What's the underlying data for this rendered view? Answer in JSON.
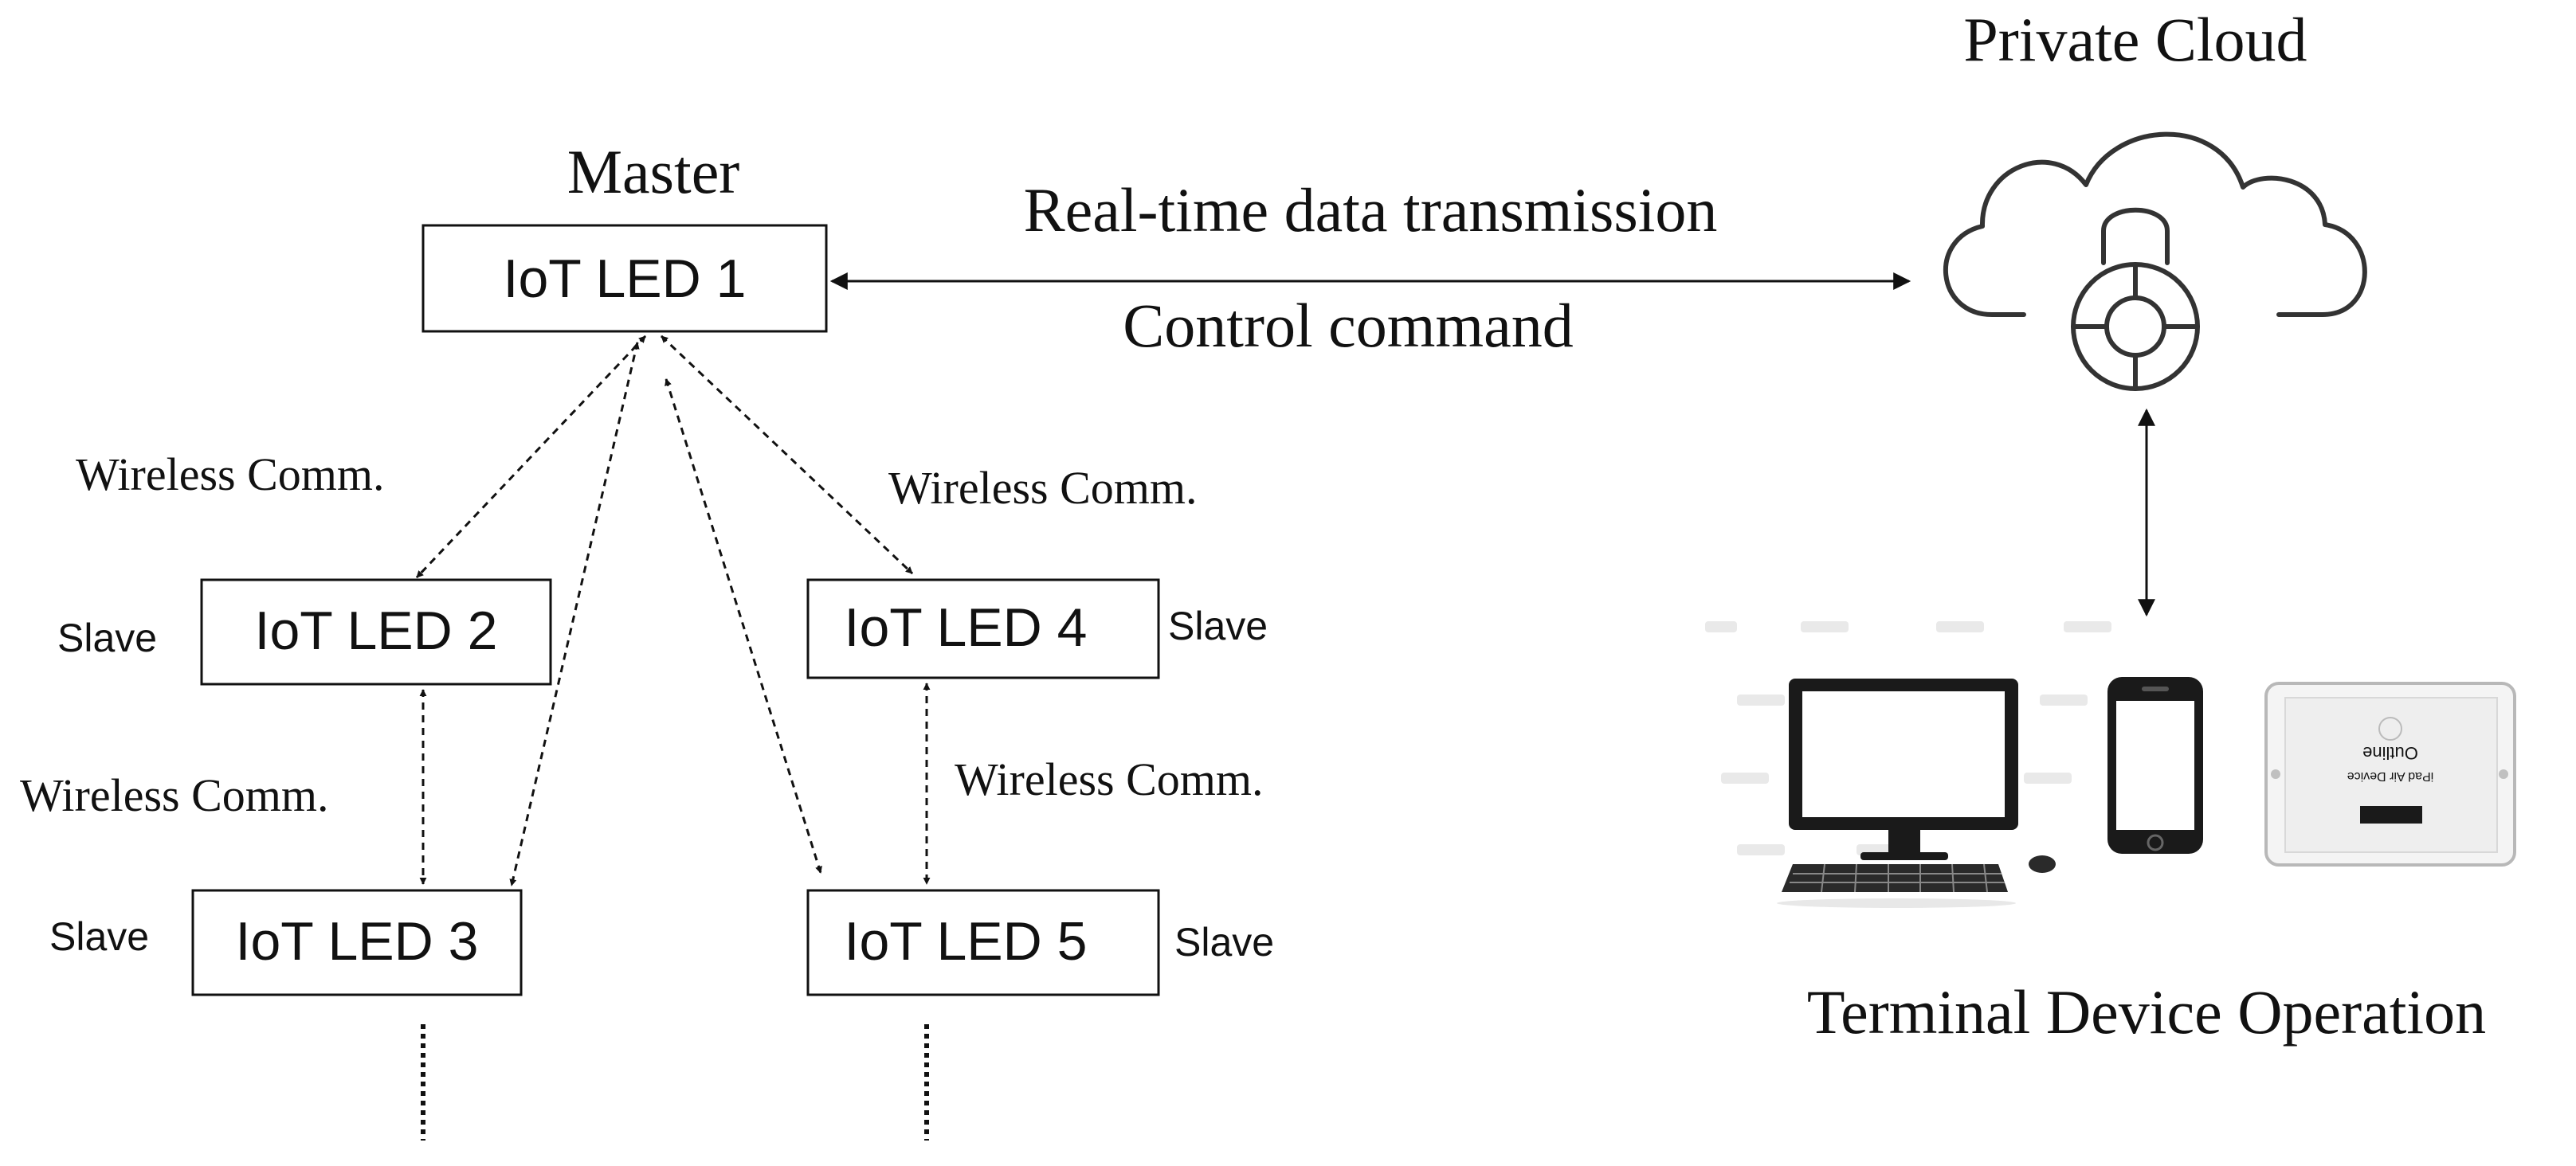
{
  "diagram": {
    "master_label": "Master",
    "nodes": {
      "led1": "IoT LED 1",
      "led2": "IoT LED 2",
      "led3": "IoT LED 3",
      "led4": "IoT LED 4",
      "led5": "IoT LED 5"
    },
    "slave_label": "Slave",
    "wireless_label": "Wireless Comm.",
    "link_top": "Real-time data transmission",
    "link_bottom": "Control command",
    "cloud_title": "Private Cloud",
    "terminal_title": "Terminal Device Operation",
    "tablet_screen_lines": [
      "Outline",
      "iPad Air Device"
    ]
  }
}
